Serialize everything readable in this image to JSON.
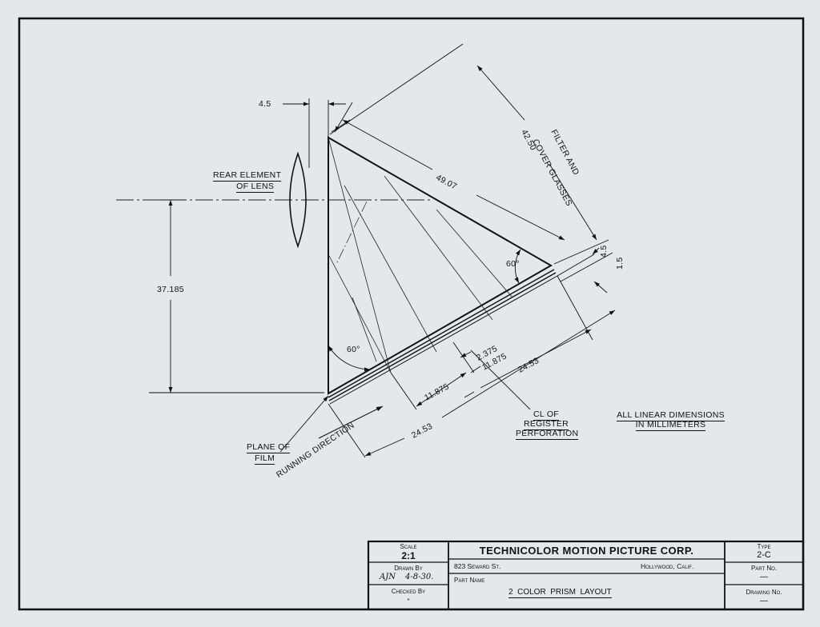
{
  "labels": {
    "lens": [
      "REAR ELEMENT",
      "OF LENS"
    ],
    "plane_of_film": [
      "PLANE OF",
      "FILM"
    ],
    "running_direction": "RUNNING DIRECTION",
    "register": [
      "CL  OF",
      "REGISTER",
      "PERFORATION"
    ],
    "filter": [
      "FILTER AND",
      "COVER GLASSES"
    ],
    "note": [
      "ALL LINEAR DIMENSIONS",
      "IN MILLIMETERS"
    ]
  },
  "dimensions": {
    "lens_spacing": "4.5",
    "height": "37.185",
    "hypotenuse": "49.07",
    "filter_length": "42.50",
    "angle_top": "60°",
    "angle_right": "60°",
    "glass_a": "4.5",
    "glass_b": "1.5",
    "half_a": "11.875",
    "half_b": "11.875",
    "offset": "2.375",
    "full_upper": "24.53",
    "full_lower": "24.53"
  },
  "title_block": {
    "scale_label": "Scale",
    "scale_value": "2:1",
    "drawn_by_label": "Drawn By",
    "drawn_by_value": "4-8-30.",
    "drawn_by_initials": "AJN",
    "checked_by_label": "Checked By",
    "checked_by_value": "\"",
    "company": "TECHNICOLOR MOTION PICTURE CORP.",
    "address": "823 Seward St.",
    "city": "Hollywood, Calif.",
    "part_name_label": "Part Name",
    "part_name": "2  COLOR  PRISM  LAYOUT",
    "type_label": "Type",
    "type_value": "2-C",
    "part_no_label": "Part No.",
    "part_no_value": "—",
    "drawing_no_label": "Drawing No.",
    "drawing_no_value": "—"
  }
}
